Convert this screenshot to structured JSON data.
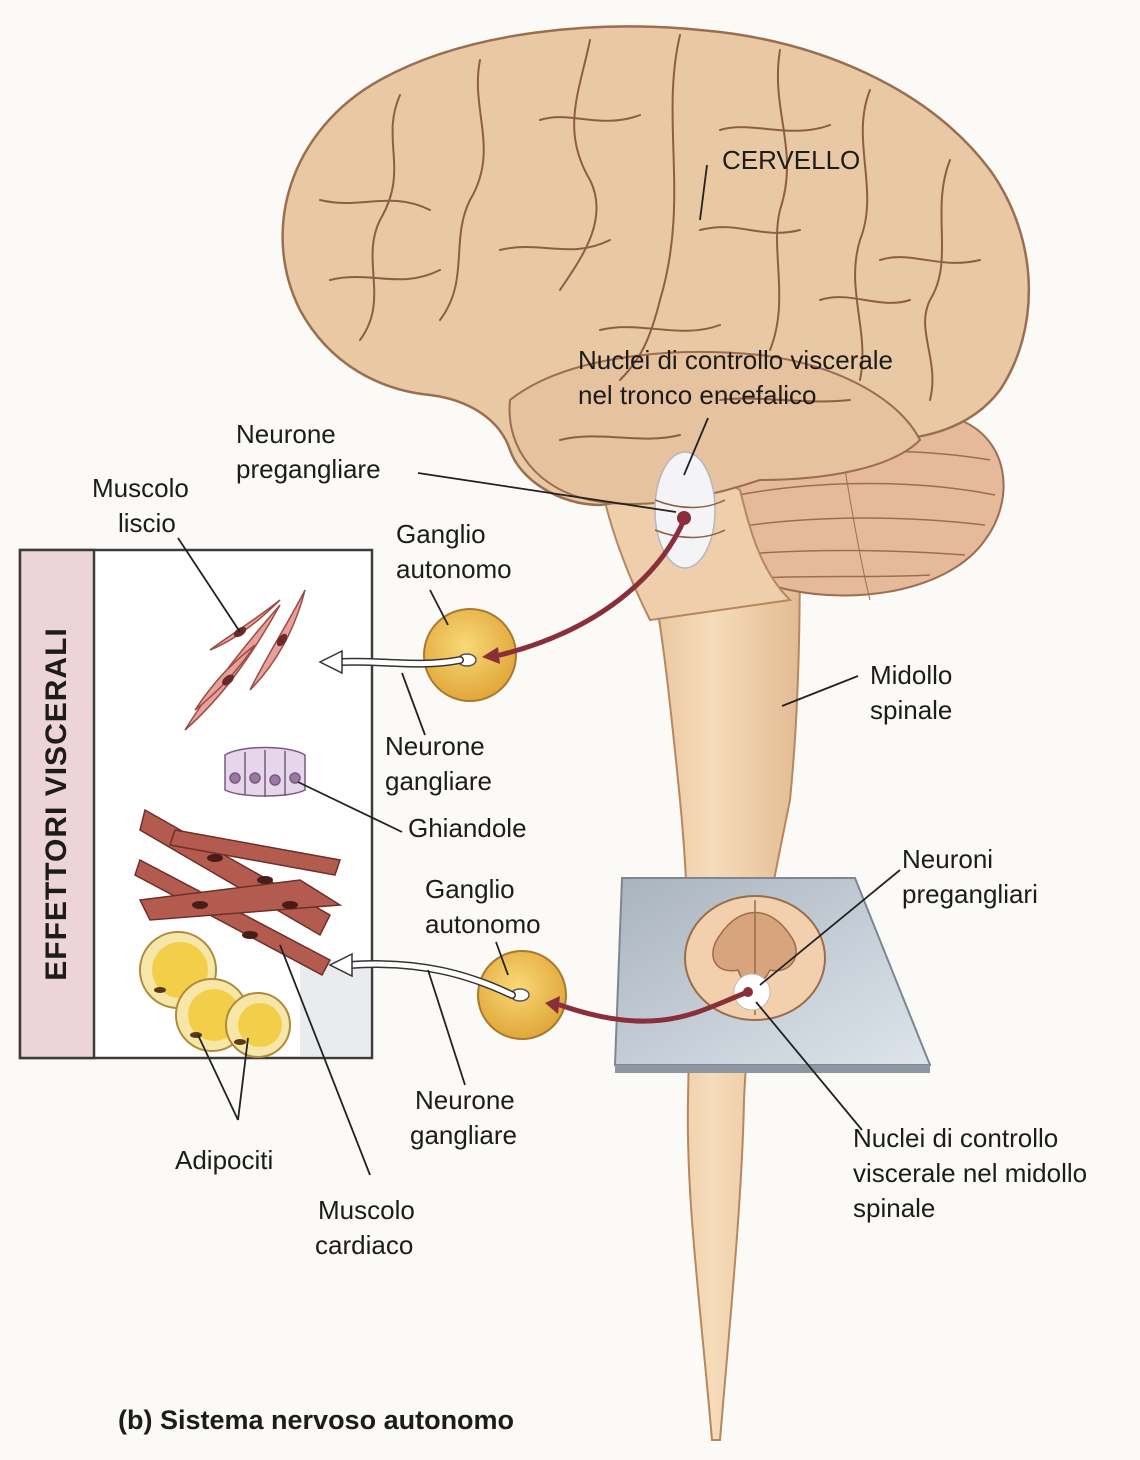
{
  "labels": {
    "cervello": "CERVELLO",
    "nuclei_tronco_1": "Nuclei di controllo viscerale",
    "nuclei_tronco_2": "nel tronco encefalico",
    "neurone_pregangliare_1": "Neurone",
    "neurone_pregangliare_2": "pregangliare",
    "muscolo_liscio_1": "Muscolo",
    "muscolo_liscio_2": "liscio",
    "ganglio_top_1": "Ganglio",
    "ganglio_top_2": "autonomo",
    "midollo_1": "Midollo",
    "midollo_2": "spinale",
    "neurone_gangliare_top_1": "Neurone",
    "neurone_gangliare_top_2": "gangliare",
    "ghiandole": "Ghiandole",
    "neuroni_pregangliari_1": "Neuroni",
    "neuroni_pregangliari_2": "pregangliari",
    "ganglio_bottom_1": "Ganglio",
    "ganglio_bottom_2": "autonomo",
    "neurone_gangliare_bottom_1": "Neurone",
    "neurone_gangliare_bottom_2": "gangliare",
    "adipociti": "Adipociti",
    "muscolo_cardiaco_1": "Muscolo",
    "muscolo_cardiaco_2": "cardiaco",
    "nuclei_midollo_1": "Nuclei di controllo",
    "nuclei_midollo_2": "viscerale nel midollo",
    "nuclei_midollo_3": "spinale"
  },
  "effectors_title": "EFFETTORI VISCERALI",
  "caption": "(b) Sistema nervoso autonomo",
  "colors": {
    "brain": "#e9c8a4",
    "spinal_cord": "#f1d2ac",
    "ganglion": "#f0c24a",
    "nerve_fiber": "#8a2f3a",
    "effector_panel": "#ecd4d8",
    "smooth_muscle": "#e6a29a",
    "cardiac_muscle": "#b45b4f",
    "adipocyte": "#f3cf49",
    "slide": "#b9c2cc"
  }
}
